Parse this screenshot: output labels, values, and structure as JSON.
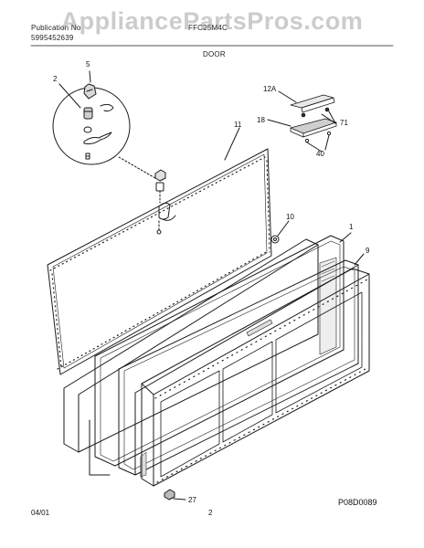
{
  "watermark": "AppliancePartsPros.com",
  "header": {
    "publication_label": "Publication No",
    "publication_number": "5995452639",
    "model": "FFC25M4C",
    "section_title": "DOOR"
  },
  "callouts": {
    "c1": "1",
    "c2": "2",
    "c5": "5",
    "c9": "9",
    "c10": "10",
    "c11": "11",
    "c12a": "12A",
    "c18": "18",
    "c27": "27",
    "c40": "40",
    "c71": "71"
  },
  "footer": {
    "date": "04/01",
    "page_number": "2",
    "drawing_id": "P08D0089"
  }
}
